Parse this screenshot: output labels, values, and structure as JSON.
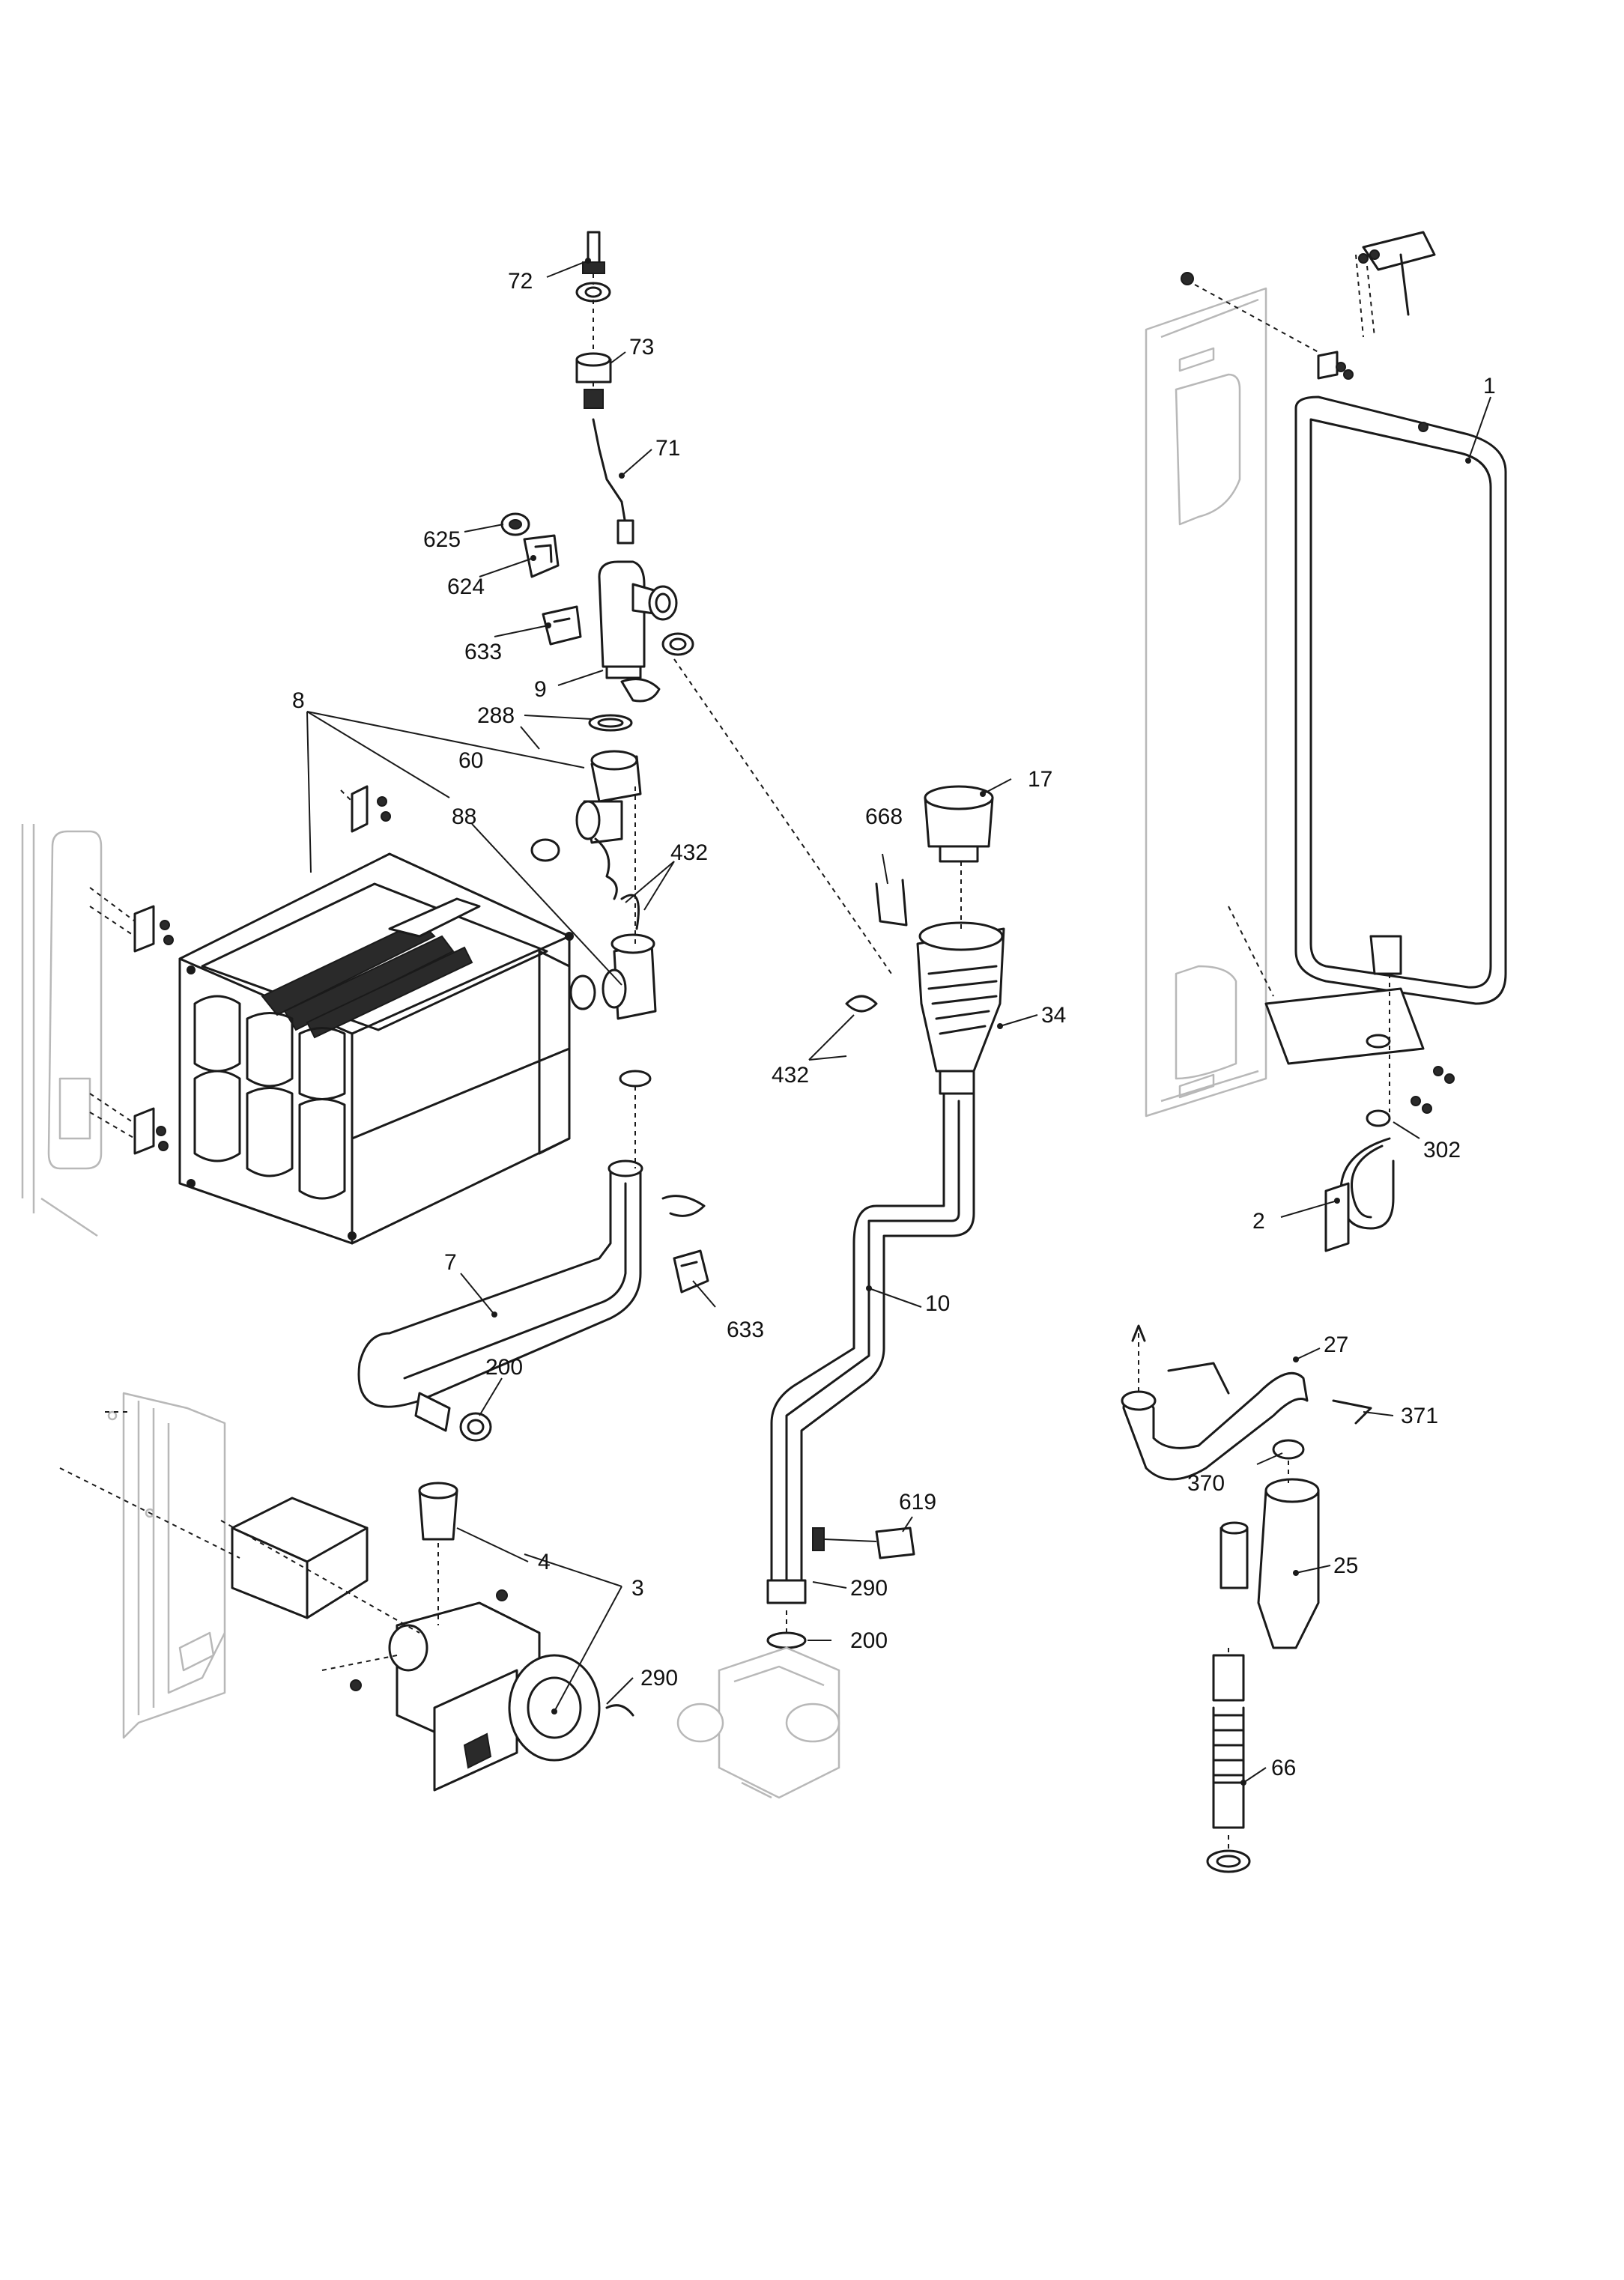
{
  "callouts": {
    "c72": "72",
    "c73": "73",
    "c71": "71",
    "c625": "625",
    "c624": "624",
    "c633a": "633",
    "c9": "9",
    "c288": "288",
    "c8": "8",
    "c60": "60",
    "c88": "88",
    "c432a": "432",
    "c17": "17",
    "c668": "668",
    "c34": "34",
    "c432b": "432",
    "c1": "1",
    "c302": "302",
    "c2": "2",
    "c7": "7",
    "c633b": "633",
    "c10": "10",
    "c200a": "200",
    "c27": "27",
    "c371": "371",
    "c370": "370",
    "c619": "619",
    "c4": "4",
    "c3": "3",
    "c290a": "290",
    "c290b": "290",
    "c200b": "200",
    "c25": "25",
    "c66": "66"
  }
}
